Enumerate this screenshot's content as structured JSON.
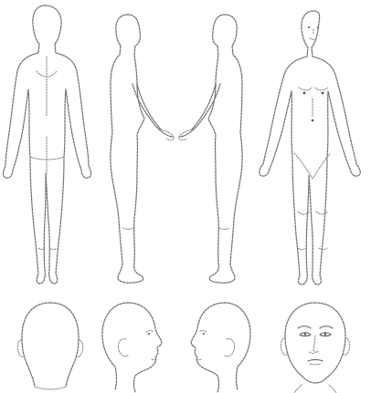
{
  "sheet": {
    "background_color": "#ffffff",
    "line_color": "#6f6f6f",
    "figures": [
      "body-back-view",
      "body-left-side-view",
      "body-right-side-view",
      "body-front-view"
    ],
    "heads": [
      "head-back-view",
      "head-right-profile",
      "head-left-profile",
      "head-front-view"
    ]
  }
}
